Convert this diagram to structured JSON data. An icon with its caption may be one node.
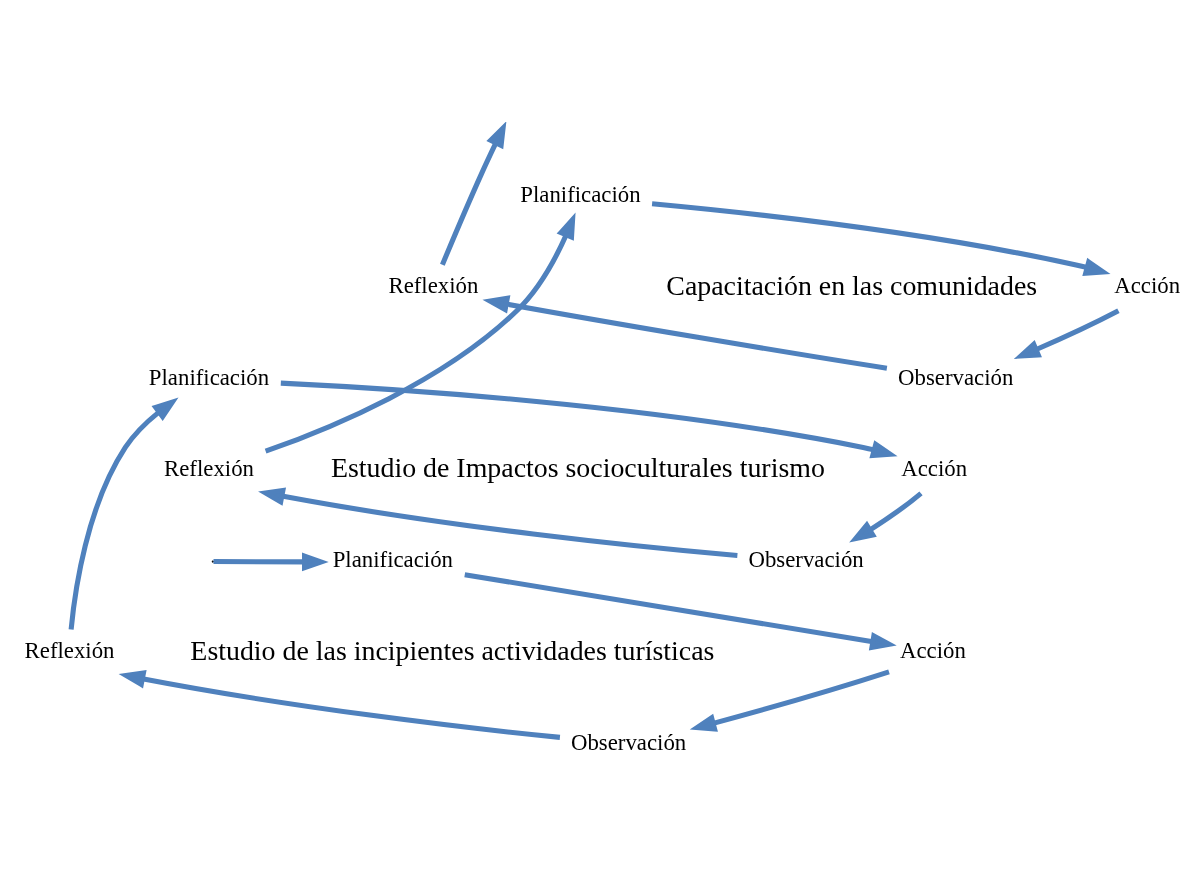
{
  "diagram": {
    "nodes": [
      {
        "text": [
          "Planificación"
        ]
      },
      {
        "text": [
          "Reflexión"
        ]
      },
      {
        "text": [
          "Planificación"
        ]
      },
      {
        "text": [
          "Reflexión"
        ]
      },
      {
        "text": [
          "Observación"
        ]
      },
      {
        "text": [
          "Acción"
        ]
      },
      {
        "text": [
          "Planificación"
        ]
      },
      {
        "text": [
          "Reflexión"
        ]
      },
      {
        "text": [
          "Acción"
        ]
      },
      {
        "text": [
          "Observación"
        ]
      },
      {
        "text": [
          "Acción"
        ]
      },
      {
        "text": [
          "Observación"
        ]
      }
    ],
    "edges": [
      {
        "from": null,
        "to": 6,
        "arrow": "to"
      },
      {
        "from": 6,
        "to": 10,
        "arrow": "to"
      },
      {
        "from": 10,
        "to": 11,
        "arrow": "to"
      },
      {
        "from": 11,
        "to": 7,
        "arrow": "to"
      },
      {
        "from": 7,
        "to": 2,
        "arrow": "to"
      },
      {
        "from": 2,
        "to": 8,
        "arrow": "to"
      },
      {
        "from": 8,
        "to": 9,
        "arrow": "to"
      },
      {
        "from": 9,
        "to": 3,
        "arrow": "to"
      },
      {
        "from": 3,
        "to": 0,
        "arrow": "to"
      },
      {
        "from": 0,
        "to": 5,
        "arrow": "to"
      },
      {
        "from": 5,
        "to": 4,
        "arrow": "to"
      },
      {
        "from": 4,
        "to": 1,
        "arrow": "to"
      },
      {
        "from": 1,
        "to": null,
        "arrow": "to"
      }
    ],
    "labels": [
      "Capacitación en las comunidades",
      "Estudio de Impactos socioculturales turismo",
      "Estudio de las incipientes actividades turísticas"
    ]
  }
}
